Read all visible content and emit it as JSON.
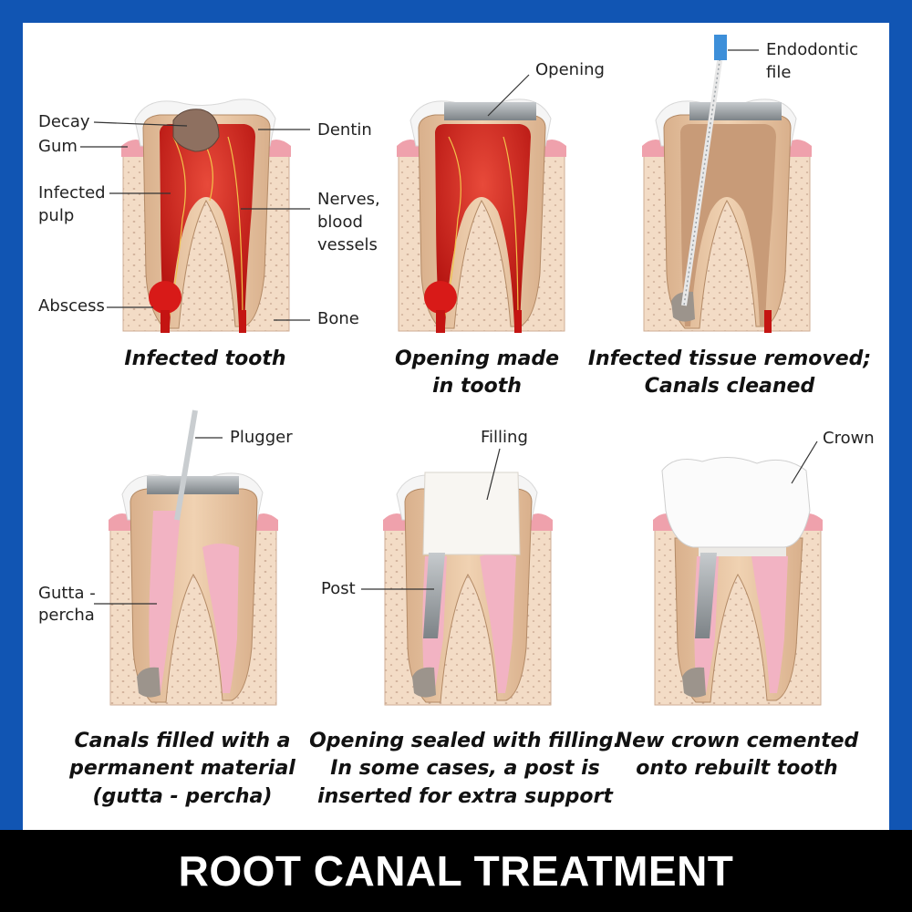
{
  "title": "ROOT CANAL TREATMENT",
  "colors": {
    "border": "#1155b3",
    "footer_bg": "#000000",
    "bone": "#f3dcc6",
    "gum": "#efa1ac",
    "enamel": "#f5f5f5",
    "dentin": "#e9c8a8",
    "pulp": "#cc2020",
    "gutta_percha": "#f2b3c3",
    "metal": "#9ea4aa"
  },
  "panels": [
    {
      "caption_lines": [
        "Infected tooth"
      ],
      "labels": {
        "decay": "Decay",
        "gum": "Gum",
        "infected_pulp_1": "Infected",
        "infected_pulp_2": "pulp",
        "abscess": "Abscess",
        "dentin": "Dentin",
        "nerves_1": "Nerves,",
        "nerves_2": "blood",
        "nerves_3": "vessels",
        "bone": "Bone"
      }
    },
    {
      "caption_lines": [
        "Opening made",
        "in tooth"
      ],
      "labels": {
        "opening": "Opening"
      }
    },
    {
      "caption_lines": [
        "Infected tissue removed;",
        "Canals cleaned"
      ],
      "labels": {
        "file_1": "Endodontic",
        "file_2": "file"
      }
    },
    {
      "caption_lines": [
        "Canals filled with a",
        "permanent material",
        "(gutta - percha)"
      ],
      "labels": {
        "plugger": "Plugger",
        "gutta_1": "Gutta -",
        "gutta_2": "percha"
      }
    },
    {
      "caption_lines": [
        "Opening sealed with filling.",
        "In some cases, a post is",
        "inserted for extra support"
      ],
      "labels": {
        "filling": "Filling",
        "post": "Post"
      }
    },
    {
      "caption_lines": [
        "New crown cemented",
        "onto rebuilt tooth"
      ],
      "labels": {
        "crown": "Crown"
      }
    }
  ]
}
